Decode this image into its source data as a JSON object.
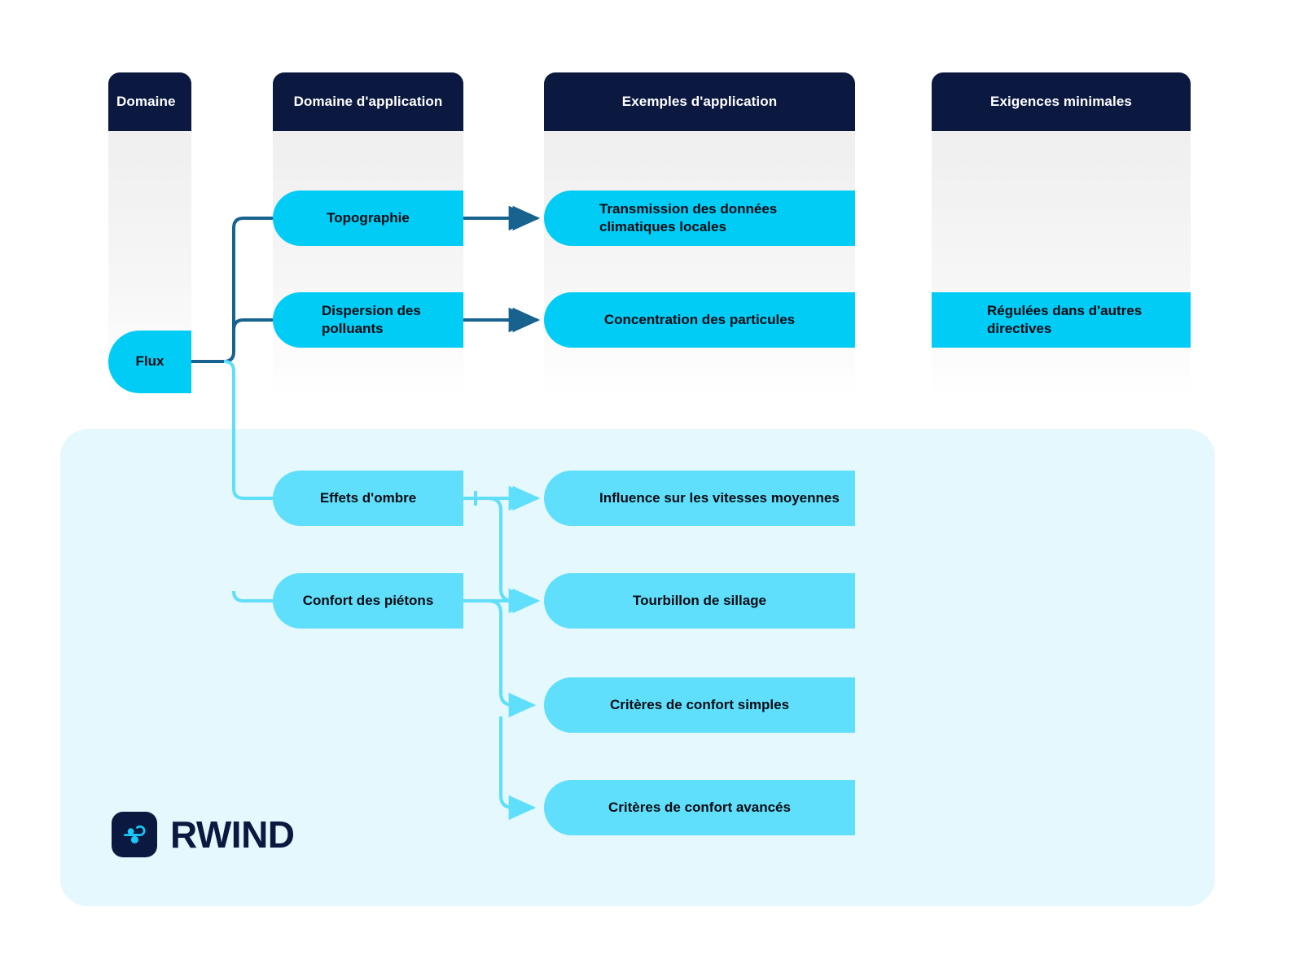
{
  "diagram": {
    "title": "RWIND wind application domains flowchart",
    "colors": {
      "header_navy": "#0b1941",
      "cyan": "#00ccf5",
      "cyan_light": "#5fdffb",
      "panel_bg": "#e4f8fd",
      "arrow_dark": "#17628f",
      "arrow_light": "#5fdffb",
      "text_dark": "#060a12",
      "column_bg_top": "#efefef"
    },
    "columns": [
      {
        "id": "domaine",
        "header": "Domaine"
      },
      {
        "id": "domaine-application",
        "header": "Domaine d'application"
      },
      {
        "id": "exemples-application",
        "header": "Exemples d'application"
      },
      {
        "id": "exigences-minimales",
        "header": "Exigences minimales"
      }
    ],
    "nodes": {
      "flux": "Flux",
      "topographie": "Topographie",
      "dispersion": "Dispersion des polluants",
      "transmission": "Transmission des données climatiques locales",
      "concentration": "Concentration des particules",
      "regulees": "Régulées dans d'autres directives",
      "effets_ombre": "Effets d'ombre",
      "confort_pietons": "Confort des piétons",
      "influence": "Influence sur les vitesses moyennes",
      "tourbillon": "Tourbillon de sillage",
      "criteres_simples": "Critères de confort simples",
      "criteres_avances": "Critères de confort avancés"
    },
    "logo": {
      "wordmark": "RWIND",
      "mark_icon": "wind-swirl-icon"
    }
  }
}
